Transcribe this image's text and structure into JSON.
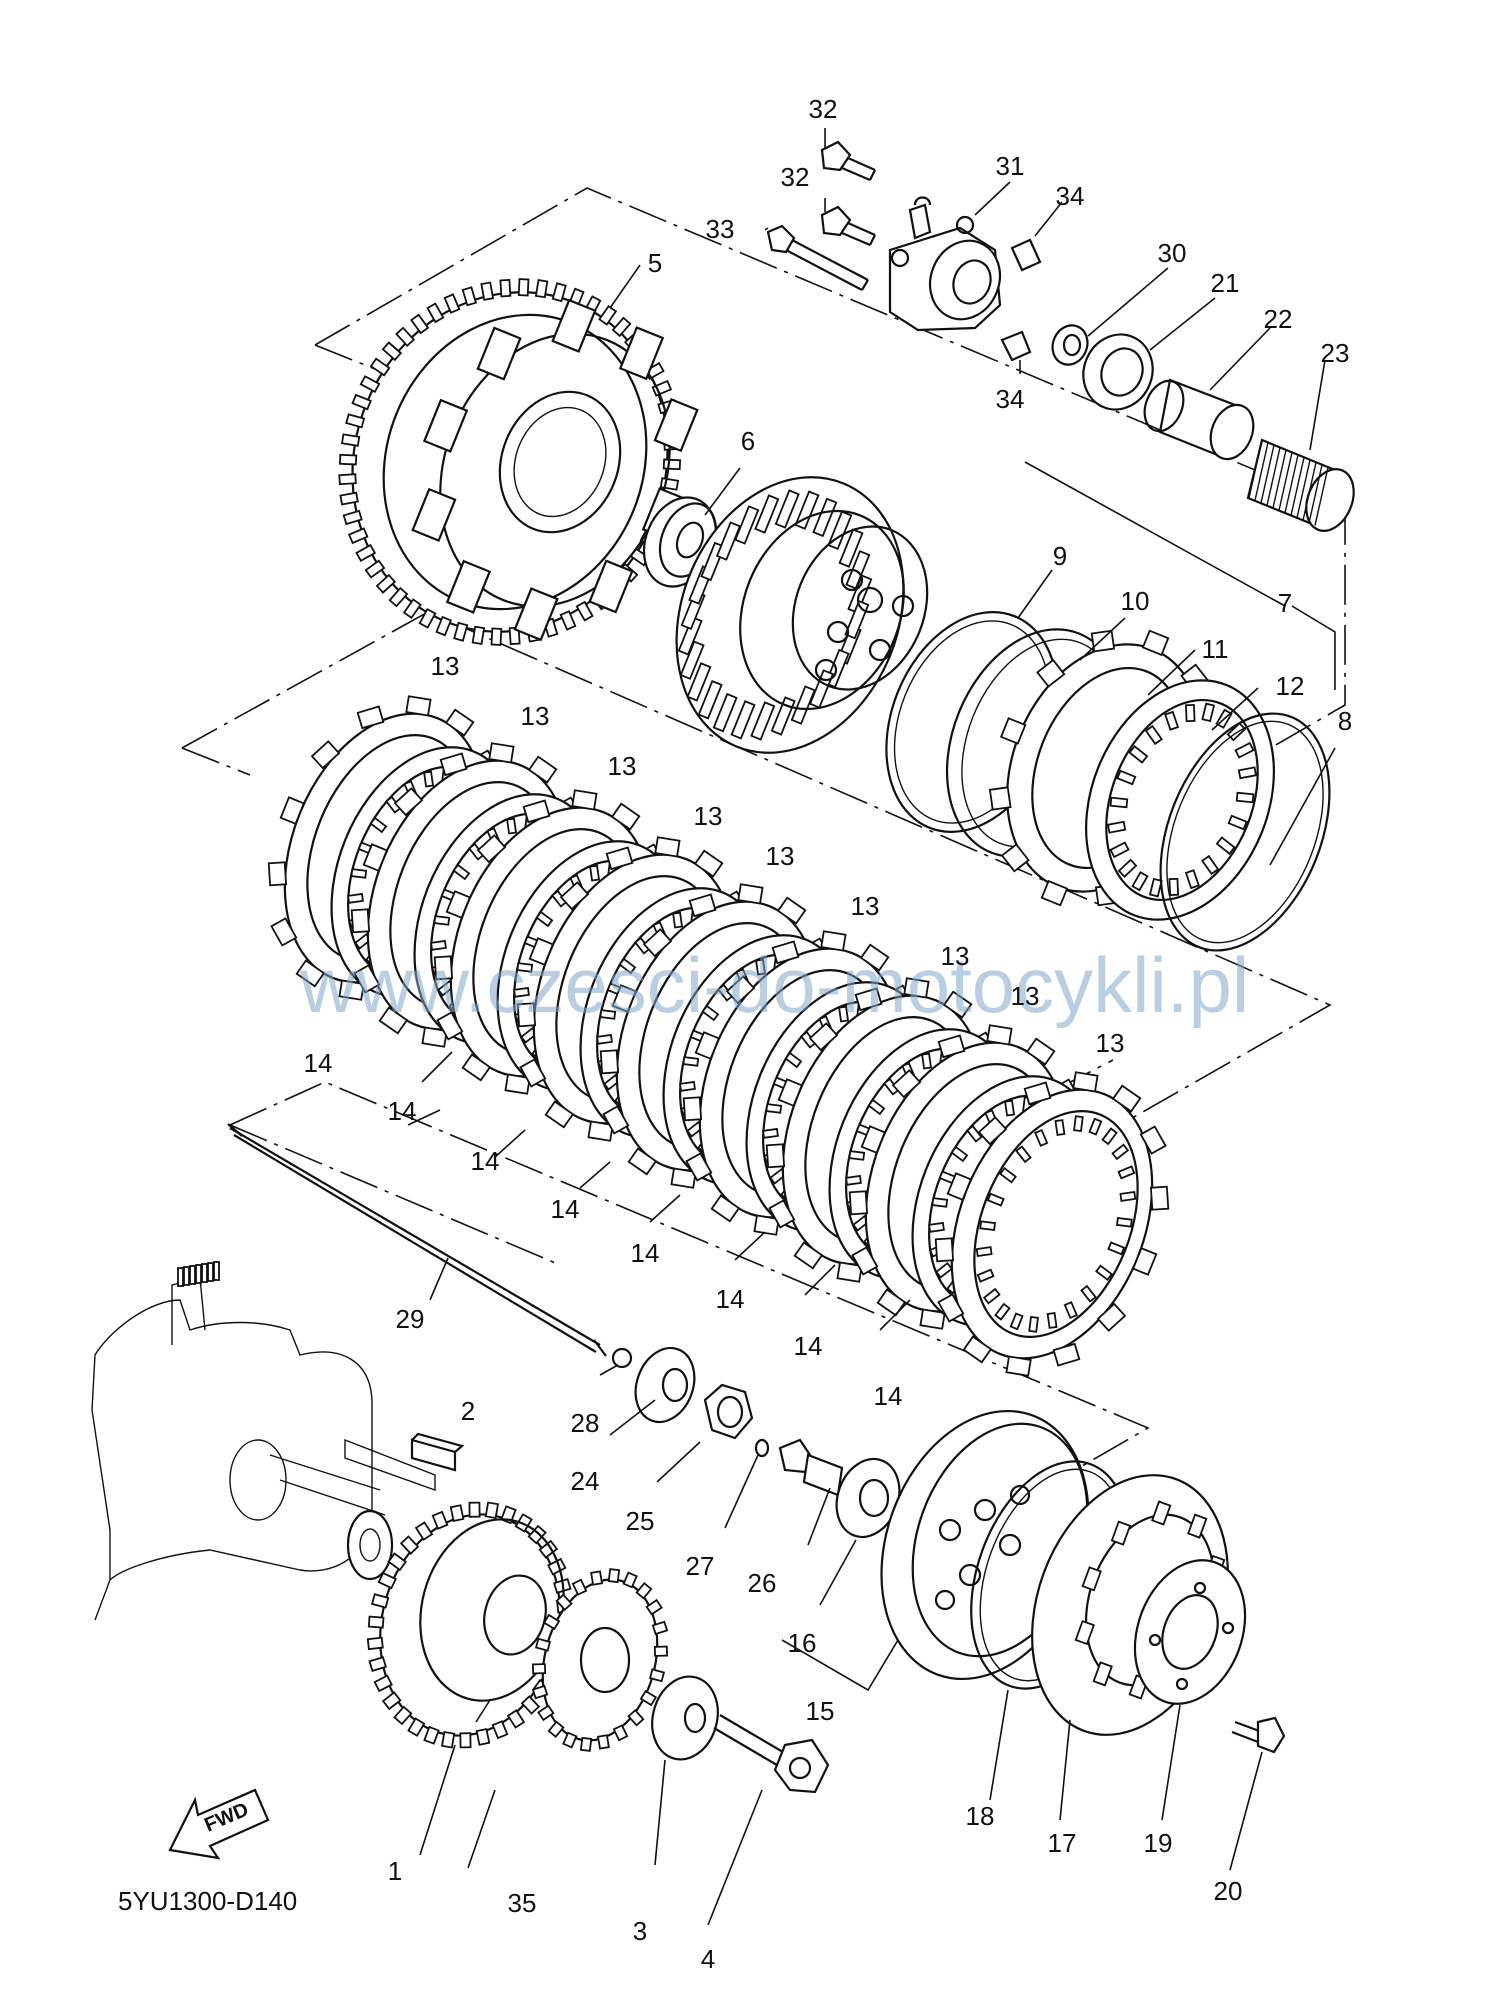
{
  "diagram": {
    "watermark": "www.czesci-do-motocykli.pl",
    "drawing_code": "5YU1300-D140",
    "fwd_label": "FWD",
    "callouts": {
      "c1": "1",
      "c2": "2",
      "c3": "3",
      "c4": "4",
      "c5": "5",
      "c6": "6",
      "c7": "7",
      "c8": "8",
      "c9": "9",
      "c10": "10",
      "c11": "11",
      "c12": "12",
      "c13": "13",
      "c14": "14",
      "c15": "15",
      "c16": "16",
      "c17": "17",
      "c18": "18",
      "c19": "19",
      "c20": "20",
      "c21": "21",
      "c22": "22",
      "c23": "23",
      "c24": "24",
      "c25": "25",
      "c26": "26",
      "c27": "27",
      "c28": "28",
      "c29": "29",
      "c30": "30",
      "c31": "31",
      "c32": "32",
      "c33": "33",
      "c34": "34",
      "c35": "35"
    }
  }
}
